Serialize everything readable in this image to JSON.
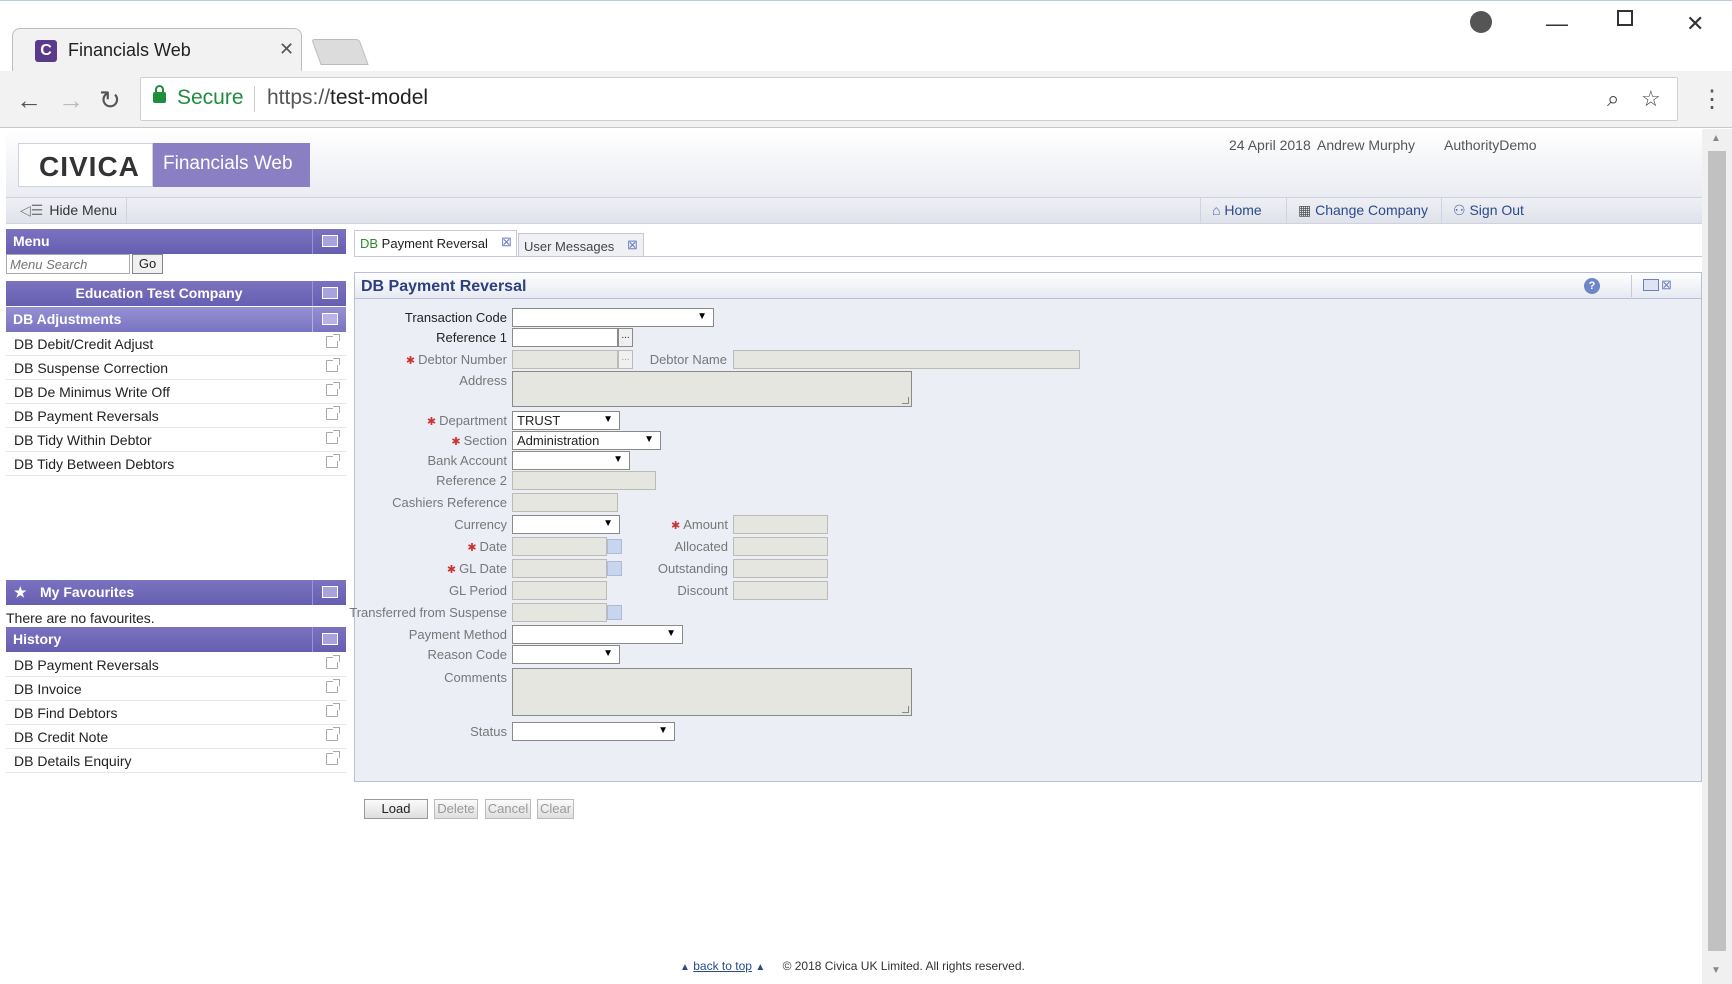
{
  "browser": {
    "tab_title": "Financials Web",
    "tab_favicon": "C",
    "secure_label": "Secure",
    "url_scheme": "https://",
    "url_host": "test-model"
  },
  "app": {
    "logo": "CIVICA",
    "brand": "Financials Web",
    "date": "24 April 2018",
    "user": "Andrew Murphy",
    "authority": "AuthorityDemo",
    "hide_menu": "Hide Menu",
    "home": "Home",
    "change_company": "Change Company",
    "sign_out": "Sign Out"
  },
  "sidebar": {
    "menu_title": "Menu",
    "search_placeholder": "Menu Search",
    "go": "Go",
    "company": "Education Test Company",
    "group_title": "DB Adjustments",
    "items": [
      {
        "label": "DB Debit/Credit Adjust"
      },
      {
        "label": "DB Suspense Correction"
      },
      {
        "label": "DB De Minimus Write Off"
      },
      {
        "label": "DB Payment Reversals"
      },
      {
        "label": "DB Tidy Within Debtor"
      },
      {
        "label": "DB Tidy Between Debtors"
      }
    ],
    "favourites_title": "My Favourites",
    "favourites_empty": "There are no favourites.",
    "history_title": "History",
    "history": [
      {
        "label": "DB Payment Reversals"
      },
      {
        "label": "DB Invoice"
      },
      {
        "label": "DB Find Debtors"
      },
      {
        "label": "DB Credit Note"
      },
      {
        "label": "DB Details Enquiry"
      }
    ]
  },
  "tabs": [
    {
      "label": "DB Payment Reversal",
      "prefix": "DB",
      "rest": " Payment Reversal"
    },
    {
      "label": "User Messages"
    }
  ],
  "form": {
    "title": "DB Payment Reversal",
    "labels": {
      "transaction_code": "Transaction Code",
      "reference1": "Reference 1",
      "debtor_number": "Debtor Number",
      "debtor_name": "Debtor Name",
      "address": "Address",
      "department": "Department",
      "section": "Section",
      "bank_account": "Bank Account",
      "reference2": "Reference 2",
      "cashiers_reference": "Cashiers Reference",
      "currency": "Currency",
      "amount": "Amount",
      "date": "Date",
      "allocated": "Allocated",
      "gl_date": "GL Date",
      "outstanding": "Outstanding",
      "gl_period": "GL Period",
      "discount": "Discount",
      "transferred_from_suspense": "Transferred from Suspense",
      "payment_method": "Payment Method",
      "reason_code": "Reason Code",
      "comments": "Comments",
      "status": "Status"
    },
    "values": {
      "transaction_code": "",
      "department": "TRUST",
      "section": "Administration",
      "bank_account": "",
      "currency": "",
      "payment_method": "",
      "reason_code": "",
      "status": ""
    },
    "buttons": {
      "load": "Load",
      "delete": "Delete",
      "cancel": "Cancel",
      "clear": "Clear"
    }
  },
  "footer": {
    "back_to_top": "back to top",
    "copyright": "© 2018 Civica UK Limited. All rights reserved."
  }
}
